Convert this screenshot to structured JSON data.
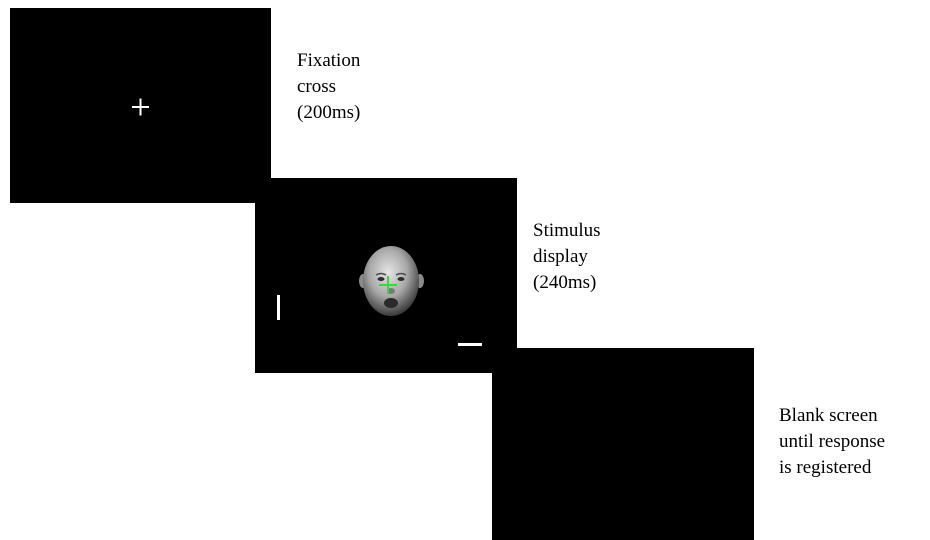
{
  "steps": [
    {
      "lines": [
        "Fixation",
        "cross",
        "(200ms)"
      ],
      "screen": {
        "fixation_glyph": "+"
      }
    },
    {
      "lines": [
        "Stimulus",
        "display",
        "(240ms)"
      ],
      "screen": {
        "face_icon": "baby-face-icon",
        "fixation_color": "#33dd33",
        "target_left_orientation": "vertical",
        "target_right_orientation": "horizontal"
      }
    },
    {
      "lines": [
        "Blank screen",
        "until response",
        "is registered"
      ],
      "screen": {}
    }
  ],
  "colors": {
    "screen_background": "#000000",
    "foreground": "#ffffff",
    "fixation_stimulus": "#33dd33"
  }
}
